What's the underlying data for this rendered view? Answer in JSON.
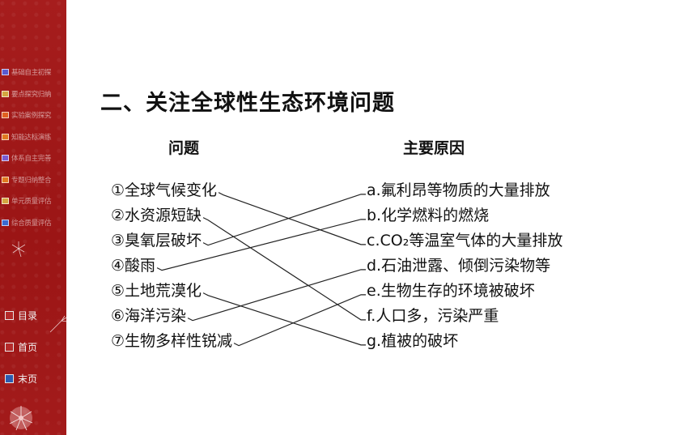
{
  "sidebar": {
    "items": [
      {
        "label": "基础自主初探",
        "color": "#5a5ad0"
      },
      {
        "label": "要点探究归纳",
        "color": "#d4a640"
      },
      {
        "label": "实验案例探究",
        "color": "#e06020"
      },
      {
        "label": "知能达标演练",
        "color": "#e07a20"
      },
      {
        "label": "体系自主完善",
        "color": "#7a5ad0"
      },
      {
        "label": "专题归纳整合",
        "color": "#e07a20"
      },
      {
        "label": "单元质量评估",
        "color": "#d4a640"
      },
      {
        "label": "综合质量评估",
        "color": "#3a6ad0"
      }
    ],
    "bottom": [
      {
        "label": "目录",
        "color": "red"
      },
      {
        "label": "首页",
        "color": "red"
      },
      {
        "label": "末页",
        "color": "blue"
      }
    ]
  },
  "main": {
    "title": "二、关注全球性生态环境问题",
    "left_header": "问题",
    "right_header": "主要原因",
    "problems": [
      "①全球气候变化",
      "②水资源短缺",
      "③臭氧层破坏",
      "④酸雨",
      "⑤土地荒漠化",
      "⑥海洋污染",
      "⑦生物多样性锐减"
    ],
    "causes": [
      "a.氟利昂等物质的大量排放",
      "b.化学燃料的燃烧",
      "c.CO₂等温室气体的大量排放",
      "d.石油泄露、倾倒污染物等",
      "e.生物生存的环境被破坏",
      "f.人口多，污染严重",
      "g.植被的破坏"
    ],
    "matches": [
      {
        "problem": 1,
        "cause": "c"
      },
      {
        "problem": 2,
        "cause": "f"
      },
      {
        "problem": 3,
        "cause": "a"
      },
      {
        "problem": 4,
        "cause": "b"
      },
      {
        "problem": 5,
        "cause": "g"
      },
      {
        "problem": 6,
        "cause": "d"
      },
      {
        "problem": 7,
        "cause": "e"
      }
    ]
  }
}
